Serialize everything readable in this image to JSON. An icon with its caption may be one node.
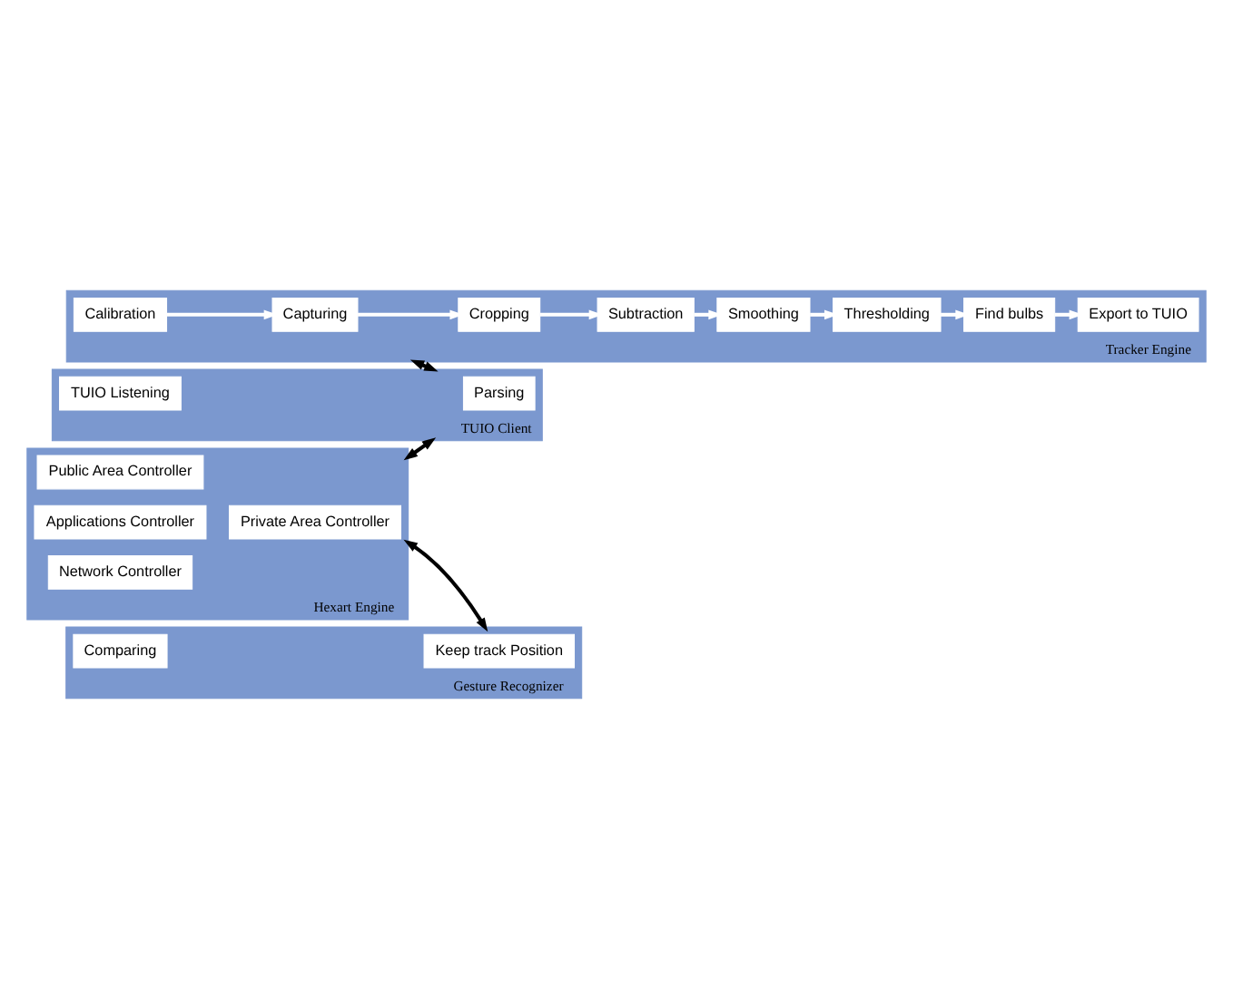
{
  "diagram": {
    "nodes": [
      {
        "text": [
          "Tracker Engine"
        ]
      },
      {
        "text": [
          "Capturing"
        ],
        "in": 0
      },
      {
        "text": [
          "Cropping"
        ],
        "in": 0
      },
      {
        "text": [
          "Subtraction"
        ],
        "in": 0
      },
      {
        "text": [
          "Smoothing"
        ],
        "in": 0
      },
      {
        "text": [
          "Calibration"
        ],
        "in": 0
      },
      {
        "text": [
          "Export to TUIO"
        ],
        "in": 0
      },
      {
        "text": [
          "Find bulbs"
        ],
        "in": 0
      },
      {
        "text": [
          "Thresholding"
        ],
        "in": 0
      },
      {
        "text": [
          "Hexart Engine"
        ]
      },
      {
        "text": [
          "Private Area Controller"
        ],
        "in": 9
      },
      {
        "text": [
          "Public Area Controller"
        ],
        "in": 9
      },
      {
        "text": [
          "Applications Controller"
        ],
        "in": 9
      },
      {
        "text": [
          "Network Controller"
        ],
        "in": 9
      },
      {
        "text": [
          "TUIO Client"
        ]
      },
      {
        "text": [
          "Parsing"
        ],
        "in": 14
      },
      {
        "text": [
          "TUIO Listening"
        ],
        "in": 14
      },
      {
        "text": [
          "Gesture Recognizer"
        ]
      },
      {
        "text": [
          "Keep track Position"
        ],
        "in": 17
      },
      {
        "text": [
          "Comparing"
        ],
        "in": 17
      }
    ],
    "edges": [
      {
        "from": 1,
        "to": 2,
        "arrow": "to"
      },
      {
        "from": 2,
        "to": 3,
        "arrow": "to"
      },
      {
        "from": 3,
        "to": 4,
        "arrow": "to"
      },
      {
        "from": 4,
        "to": 8,
        "arrow": "to"
      },
      {
        "from": 8,
        "to": 7,
        "arrow": "to"
      },
      {
        "from": 7,
        "to": 6,
        "arrow": "to"
      },
      {
        "from": 5,
        "to": 1,
        "arrow": "to"
      },
      {
        "from": 0,
        "to": 14,
        "arrow": "both",
        "color": "#000000"
      },
      {
        "from": 9,
        "to": 14,
        "arrow": "both",
        "color": "#000000"
      },
      {
        "from": 9,
        "to": 17,
        "arrow": "both",
        "color": "#000000"
      }
    ]
  }
}
